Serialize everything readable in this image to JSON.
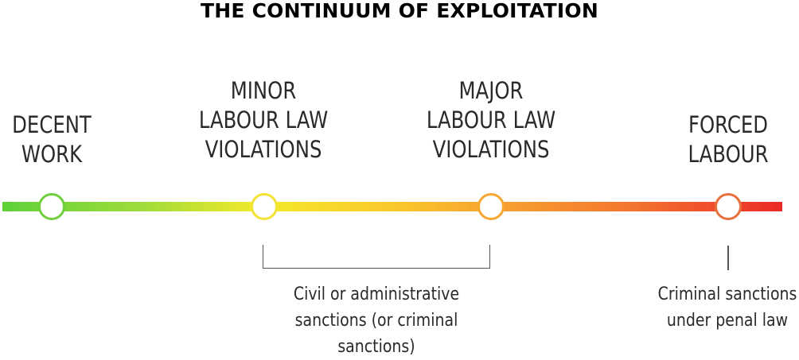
{
  "title": "THE CONTINUUM OF EXPLOITATION",
  "stages": [
    {
      "lines": [
        "DECENT",
        "WORK"
      ],
      "color": "#6fcf3d"
    },
    {
      "lines": [
        "MINOR",
        "LABOUR LAW",
        "VIOLATIONS"
      ],
      "color": "#f2e436"
    },
    {
      "lines": [
        "MAJOR",
        "LABOUR LAW",
        "VIOLATIONS"
      ],
      "color": "#f6a631"
    },
    {
      "lines": [
        "FORCED",
        "LABOUR"
      ],
      "color": "#e8703c"
    }
  ],
  "sanctions": {
    "civil_lines": [
      "Civil or administrative",
      "sanctions (or criminal",
      "sanctions)"
    ],
    "criminal_lines": [
      "Criminal sanctions",
      "under penal law"
    ]
  },
  "gradient": {
    "start_color": "#5fd13a",
    "end_color": "#e92a26"
  }
}
